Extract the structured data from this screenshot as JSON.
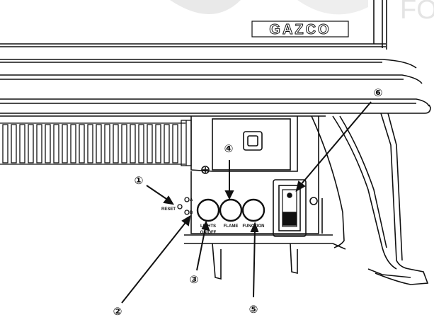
{
  "brand": {
    "logo": "GAZCO",
    "watermark": "FO"
  },
  "labels": {
    "reset": "RESET",
    "dial_a": "A",
    "dial_b": "B",
    "lights": "LIGHTS",
    "on_off": "ON/OFF",
    "flame": "FLAME",
    "function": "FUNCTION"
  },
  "callouts": [
    "①",
    "②",
    "③",
    "④",
    "⑤",
    "⑥"
  ],
  "colors": {
    "line": "#111111",
    "watermark": "#e4e4e4",
    "fill": "#ffffff"
  }
}
